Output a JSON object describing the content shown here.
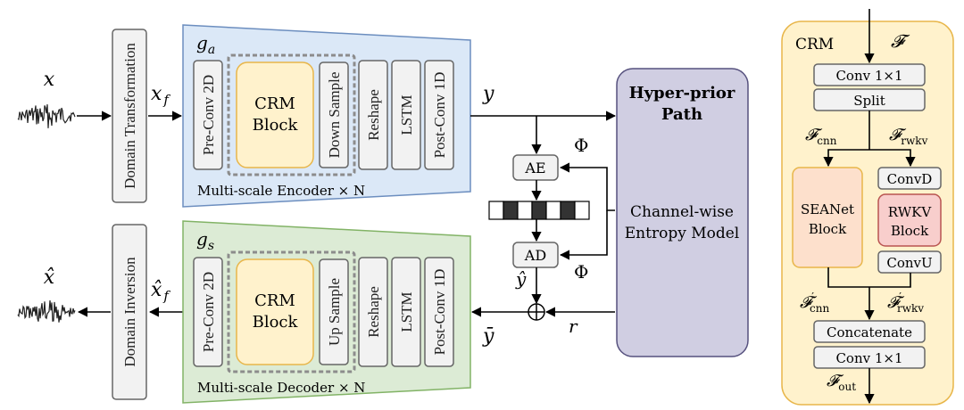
{
  "inputs": {
    "x": "x",
    "x_f": "x_f",
    "x_hat": "x̂",
    "x_hat_f": "x̂_f",
    "y": "y",
    "y_hat": "ŷ",
    "y_bar": "ȳ",
    "r": "r",
    "phi": "Φ"
  },
  "domain": {
    "transformation": "Domain Transformation",
    "inversion": "Domain Inversion"
  },
  "encoder": {
    "symbol": "g_a",
    "pre_conv": "Pre-Conv 2D",
    "crm_line1": "CRM",
    "crm_line2": "Block",
    "sample": "Down Sample",
    "reshape": "Reshape",
    "lstm": "LSTM",
    "post_conv": "Post-Conv 1D",
    "caption": "Multi-scale Encoder × N"
  },
  "decoder": {
    "symbol": "g_s",
    "pre_conv": "Pre-Conv 2D",
    "crm_line1": "CRM",
    "crm_line2": "Block",
    "sample": "Up Sample",
    "reshape": "Reshape",
    "lstm": "LSTM",
    "post_conv": "Post-Conv 1D",
    "caption": "Multi-scale Decoder × N"
  },
  "coding": {
    "ae": "AE",
    "ad": "AD",
    "bitstream_pattern": [
      0,
      1,
      0,
      1,
      0,
      1,
      0
    ]
  },
  "hyperprior": {
    "title_line1": "Hyper-prior",
    "title_line2": "Path",
    "body_line1": "Channel-wise",
    "body_line2": "Entropy Model"
  },
  "crm": {
    "title": "CRM",
    "f": "𝓕",
    "conv_top": "Conv 1×1",
    "split": "Split",
    "f_cnn": "𝓕_cnn",
    "f_rwkv": "𝓕_rwkv",
    "convd": "ConvD",
    "seanet_line1": "SEANet",
    "seanet_line2": "Block",
    "rwkv_line1": "RWKV",
    "rwkv_line2": "Block",
    "convu": "ConvU",
    "f_cnn_prime": "𝓕′_cnn",
    "f_rwkv_prime": "𝓕′_rwkv",
    "concat": "Concatenate",
    "conv_bottom": "Conv 1×1",
    "f_out": "𝓕_out"
  },
  "colors": {
    "encoder_fill": "#dbe8f7",
    "encoder_stroke": "#6c8ebf",
    "decoder_fill": "#dcebd5",
    "decoder_stroke": "#82b366",
    "crm_block_fill": "#fff2cc",
    "crm_block_stroke": "#e8b64a",
    "hyperprior_fill": "#d0cee2",
    "hyperprior_stroke": "#56517e",
    "seanet_fill": "#fde0cc",
    "rwkv_fill": "#f8cecc",
    "rwkv_stroke": "#b85450",
    "gray_box_fill": "#f2f2f2",
    "gray_box_stroke": "#666666"
  }
}
